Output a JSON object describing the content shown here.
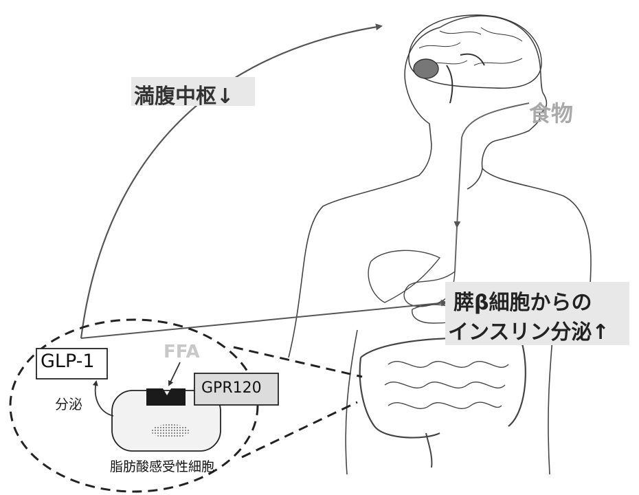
{
  "labels": {
    "satiety_center": "満腹中枢↓",
    "food": "食物",
    "insulin_line1": "膵β細胞からの",
    "insulin_line2": "インスリン分泌↑",
    "glp1": "GLP-1",
    "ffa": "FFA",
    "gpr120": "GPR120",
    "secretion": "分泌",
    "sensing_cell": "脂肪酸感受性細胞"
  },
  "colors": {
    "line": "#555555",
    "dark_line": "#222222",
    "label_bg": "#e8e8e8",
    "food_text": "#a9a9a9",
    "ffa_text": "#c8c8c8",
    "gpr_box": "#dcdcdc",
    "cell_fill": "#f2f2f2",
    "receptor": "#1a1a1a"
  }
}
